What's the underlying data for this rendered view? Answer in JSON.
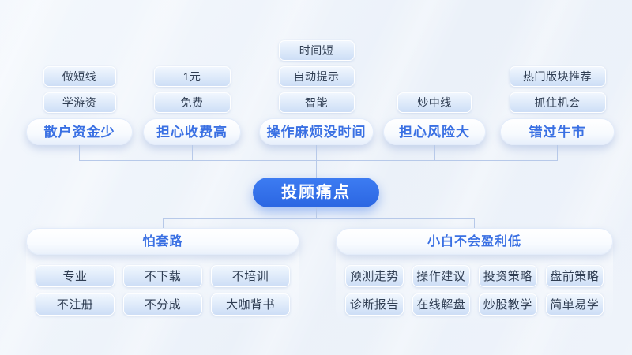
{
  "center": {
    "label": "投顾痛点"
  },
  "top_groups": [
    {
      "category": "散户资金少",
      "tags": [
        "做短线",
        "学游资"
      ]
    },
    {
      "category": "担心收费高",
      "tags": [
        "1元",
        "免费"
      ]
    },
    {
      "category": "操作麻烦没时间",
      "tags": [
        "时间短",
        "自动提示",
        "智能"
      ]
    },
    {
      "category": "担心风险大",
      "tags": [
        "炒中线"
      ]
    },
    {
      "category": "错过牛市",
      "tags": [
        "热门版块推荐",
        "抓住机会"
      ]
    }
  ],
  "bottom_groups": [
    {
      "header": "怕套路",
      "items": [
        "专业",
        "不下载",
        "不培训",
        "不注册",
        "不分成",
        "大咖背书"
      ]
    },
    {
      "header": "小白不会盈利低",
      "items": [
        "预测走势",
        "操作建议",
        "投资策略",
        "盘前策略",
        "诊断报告",
        "在线解盘",
        "炒股教学",
        "简单易学"
      ]
    }
  ],
  "colors": {
    "accent_blue": "#2f6fe8",
    "text_blue": "#3a70e3",
    "tag_text": "#2f3d52",
    "connector": "#b7c9e9",
    "background": "#edf2f9"
  }
}
